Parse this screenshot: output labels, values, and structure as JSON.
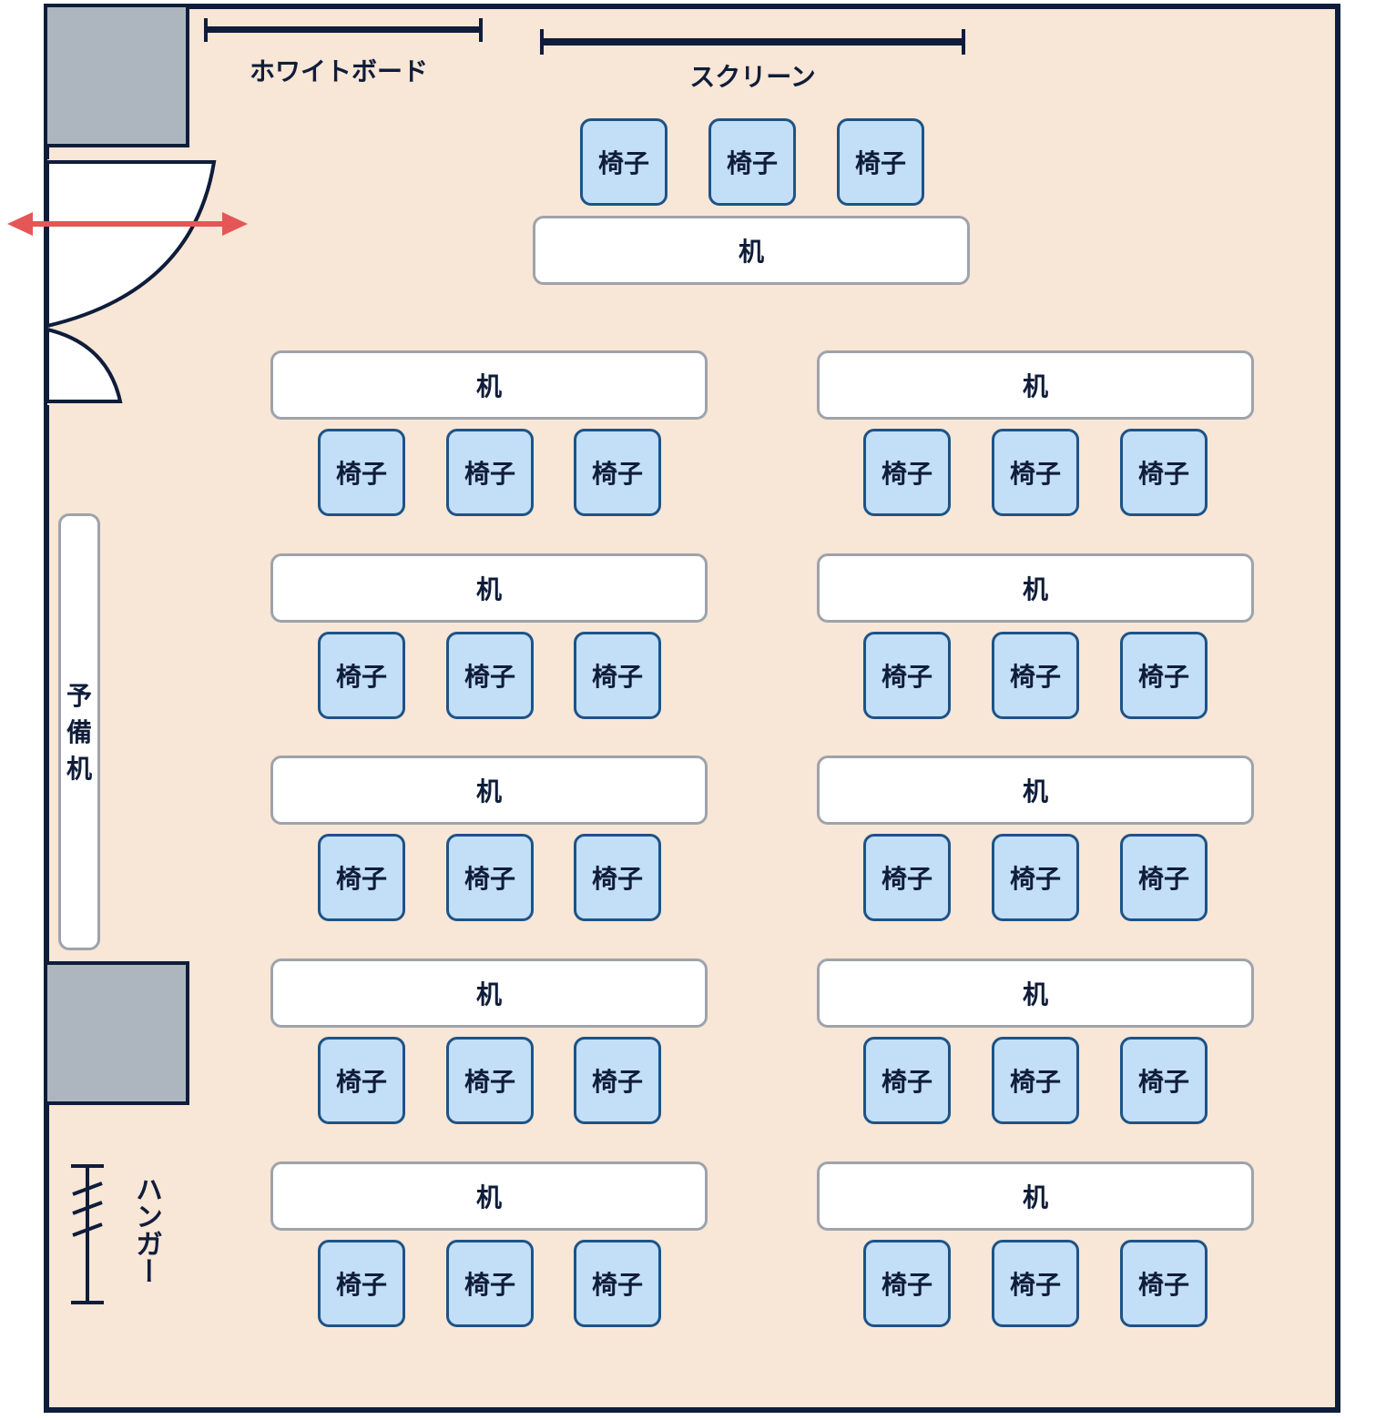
{
  "labels": {
    "whiteboard": "ホワイトボード",
    "screen": "スクリーン",
    "spare_desk": "予備机",
    "hanger": "ハンガー"
  },
  "desk_label": "机",
  "chair_label": "椅子",
  "colors": {
    "floor": "#f8e6d6",
    "wall": "#0f1d3a",
    "pillar": "#adb5bf",
    "desk_fill": "#ffffff",
    "desk_border": "#9ea3ab",
    "chair_fill": "#c3def7",
    "chair_border": "#1d5387",
    "entrance_arrow": "#e55656"
  },
  "front": {
    "desks": 1,
    "chairs_per_desk": 3
  },
  "rows": {
    "count": 5,
    "desks_per_row": 2,
    "chairs_per_desk": 3
  }
}
